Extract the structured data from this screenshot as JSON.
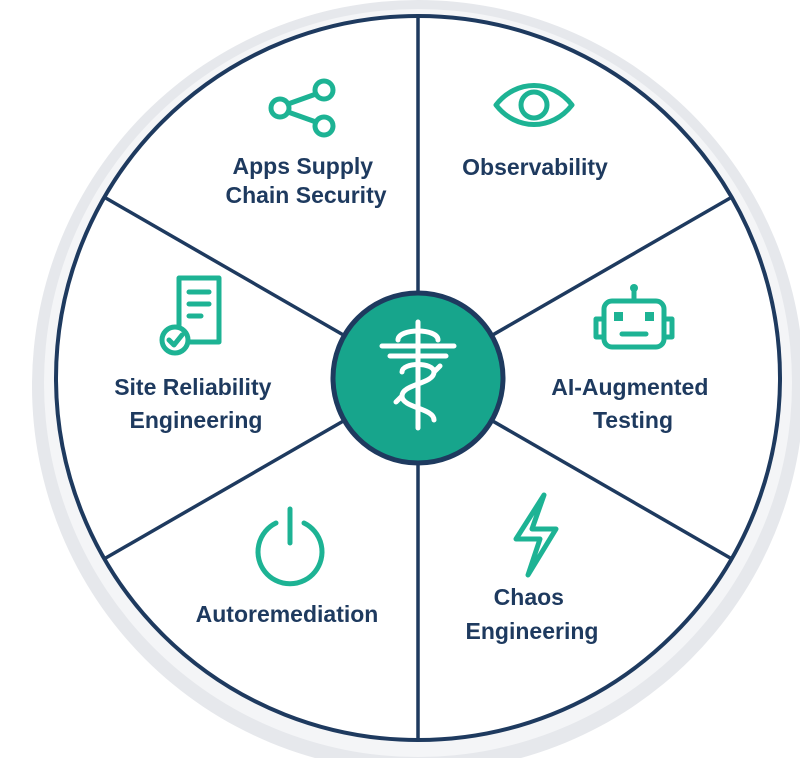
{
  "diagram": {
    "colors": {
      "outline": "#1e3a5f",
      "accent": "#1db394",
      "hub_fill": "#17a58c",
      "segment_fill": "#ffffff",
      "shadow": "#d9dce1"
    },
    "center": {
      "icon": "caduceus-icon"
    },
    "segments": [
      {
        "id": "apps-supply-chain-security",
        "lines": [
          "Apps Supply",
          "Chain Security"
        ],
        "icon": "share-icon"
      },
      {
        "id": "observability",
        "lines": [
          "Observability"
        ],
        "icon": "eye-icon"
      },
      {
        "id": "ai-augmented-testing",
        "lines": [
          "AI-Augmented",
          "Testing"
        ],
        "icon": "robot-icon"
      },
      {
        "id": "chaos-engineering",
        "lines": [
          "Chaos",
          "Engineering"
        ],
        "icon": "lightning-icon"
      },
      {
        "id": "autoremediation",
        "lines": [
          "Autoremediation"
        ],
        "icon": "power-icon"
      },
      {
        "id": "site-reliability-engineering",
        "lines": [
          "Site Reliability",
          "Engineering"
        ],
        "icon": "document-check-icon"
      }
    ]
  }
}
